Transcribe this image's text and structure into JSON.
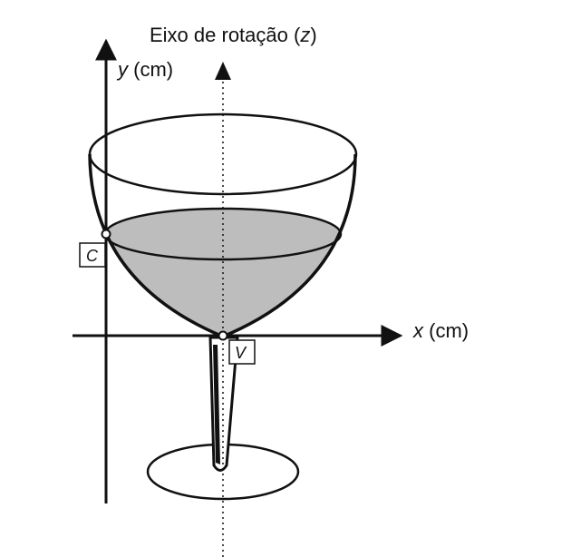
{
  "rotation_axis": {
    "prefix": "Eixo de rotação (",
    "variable": "z",
    "suffix": ")"
  },
  "y_axis": {
    "variable": "y",
    "unit": " (cm)"
  },
  "x_axis": {
    "variable": "x",
    "unit": " (cm)"
  },
  "points": {
    "c": "C",
    "v": "V"
  },
  "colors": {
    "liquid": "#bdbdbd",
    "ink": "#111111",
    "background": "#ffffff"
  }
}
